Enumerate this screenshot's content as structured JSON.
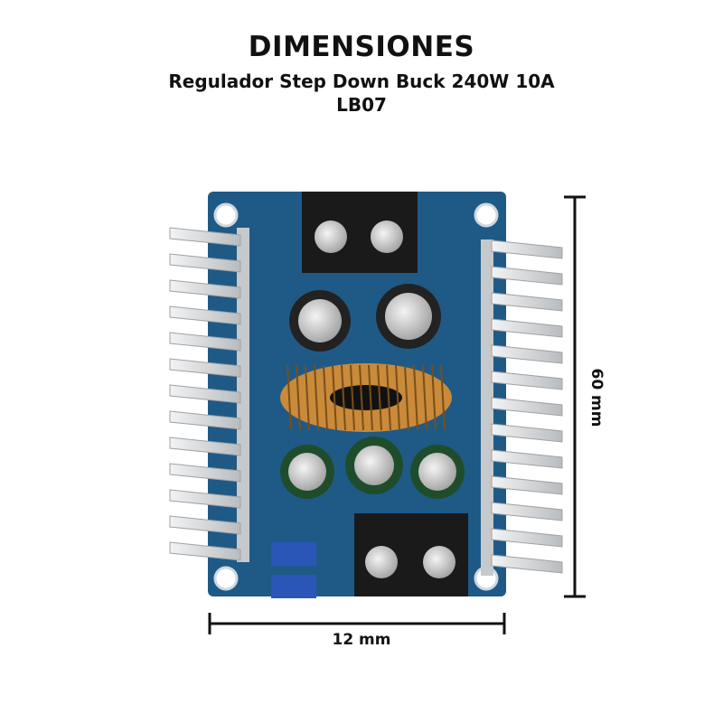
{
  "header": {
    "title": "DIMENSIONES",
    "subtitle": "Regulador Step Down Buck 240W 10A",
    "model": "LB07"
  },
  "dimensions": {
    "width_label": "12 mm",
    "height_label": "60 mm"
  },
  "colors": {
    "pcb": "#1f5a86",
    "heatsink": "#d8dadc",
    "coil": "#c98a3a",
    "terminal": "#1a1a1a"
  }
}
